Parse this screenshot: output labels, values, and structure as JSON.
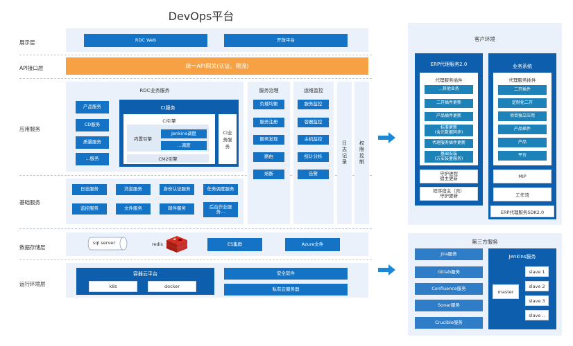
{
  "title": "DevOps平台",
  "layers": {
    "display": "展示层",
    "api": "API接口层",
    "app": "应用服务",
    "base": "基础服务",
    "data": "数据存储层",
    "runtime": "运行环境层"
  },
  "display": {
    "rdc_web": "RDC Web",
    "open_platform": "开放平台"
  },
  "api_gateway": "统一API网关(认证、限流)",
  "rdc": {
    "title": "RDC业务服务",
    "left_items": [
      "产品服务",
      "CD服务",
      "质量服务",
      "...服务"
    ],
    "ci_service": "CI服务",
    "ci_engine": "CI引擎",
    "builtin_engine": "内置引擎",
    "jenkins_schedule": "Jenkins调度",
    "other_schedule": "...调度",
    "cm2_engine": "CM2引擎",
    "ci_business": "CI业务服务"
  },
  "governance": {
    "title": "服务治理",
    "items": [
      "负载均衡",
      "服务注册",
      "服务发现",
      "路由",
      "熔断"
    ]
  },
  "ops_monitor": {
    "title": "运维监控",
    "items": [
      "服务监控",
      "容器监控",
      "主机监控",
      "统计分析",
      "告警"
    ]
  },
  "log_record": "日志记录",
  "permission": "权限控制",
  "base_services": [
    "日志服务",
    "消息服务",
    "身份认证服务",
    "任务调度服务",
    "监控服务",
    "文件服务",
    "邮件服务",
    "后台作业服务..."
  ],
  "data_store": {
    "sql": "sql server",
    "redis": "redis",
    "es": "ES集群",
    "azure": "Azure文件"
  },
  "runtime": {
    "container_cloud": "容器云平台",
    "k8s": "k8s",
    "docker": "docker",
    "security": "安全软件",
    "private_cloud": "私有云服务器"
  },
  "customer_env": {
    "title": "客户环境",
    "erp_proxy": {
      "title": "ERP代理服务2.0",
      "plugin_title": "代理服务插件",
      "plugins": [
        "...其他业务",
        "二开插件更新",
        "产品插件更新",
        "标准更新\n(含元数据同步)",
        "代理服务插件更新",
        "基础安装\n(方安装量服务)"
      ],
      "guard": "守护进程\n宿主更新",
      "host_guard": "程序宿主（壳）\n守护更新"
    },
    "biz_system": {
      "title": "业务系统",
      "plugin_title": "代理服务插件",
      "plugins": [
        "二开插件",
        "定制化二开",
        "项目独立应用",
        "产品插件",
        "产品",
        "平台"
      ],
      "mip": "MIP",
      "workflow": "工作流",
      "sdk": "ERP代理服务SDK2.0"
    }
  },
  "third_party": {
    "title": "第三方服务",
    "services": [
      "Jira服务",
      "Gitlab服务",
      "Confluence服务",
      "Sonar服务",
      "Crucible服务"
    ],
    "jenkins": {
      "title": "Jenkins服务",
      "master": "master",
      "slaves": [
        "slave 1",
        "slave 2",
        "slave 3",
        "slave .."
      ]
    }
  },
  "colors": {
    "primary": "#1573c5",
    "accent": "#f7a145",
    "panel": "#eaf1fa",
    "arrow": "#1e88d8"
  }
}
